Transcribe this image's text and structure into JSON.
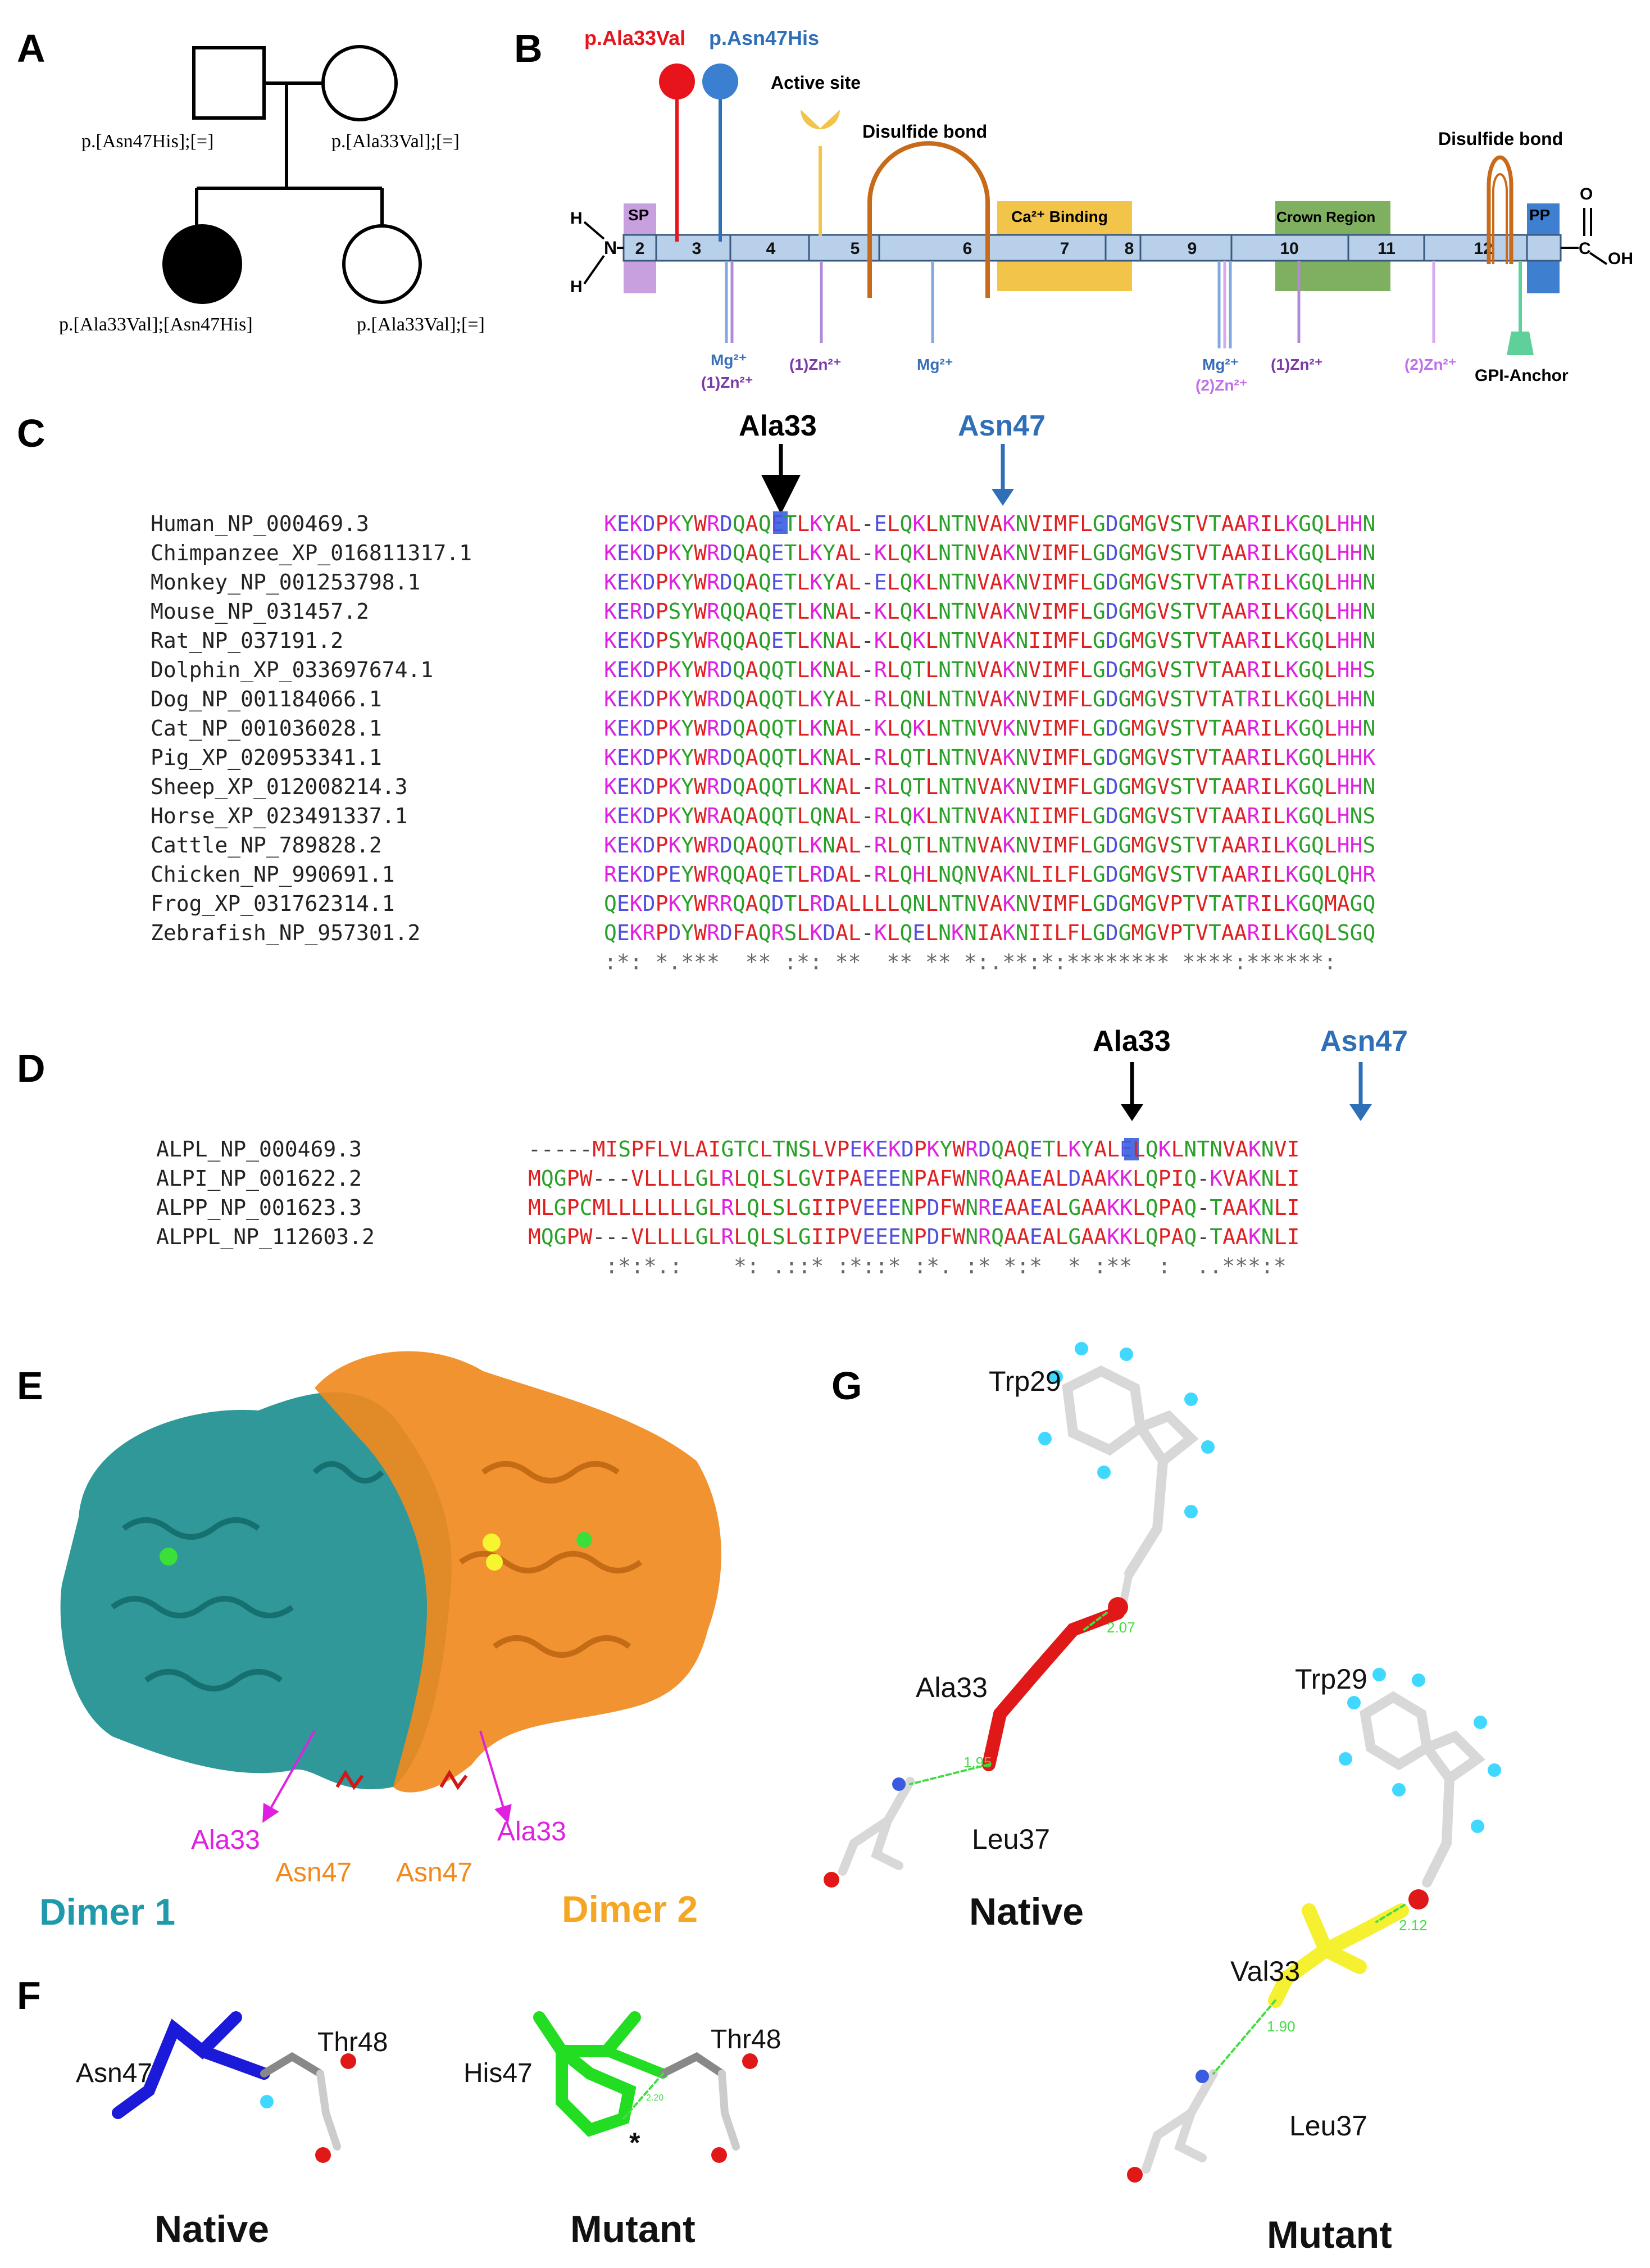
{
  "panels": {
    "A": "A",
    "B": "B",
    "C": "C",
    "D": "D",
    "E": "E",
    "F": "F",
    "G": "G"
  },
  "pedigree": {
    "father": "p.[Asn47His];[=]",
    "mother": "p.[Ala33Val];[=]",
    "proband": "p.[Ala33Val];[Asn47His]",
    "sibling": "p.[Ala33Val];[=]"
  },
  "domain_map": {
    "variant1": "p.Ala33Val",
    "variant2": "p.Asn47His",
    "active_site": "Active site",
    "disulfide1": "Disulfide bond",
    "disulfide2": "Disulfide bond",
    "sp": "SP",
    "pp": "PP",
    "ca_binding": "Ca²⁺ Binding",
    "crown": "Crown Region",
    "exons": [
      "2",
      "3",
      "4",
      "5",
      "6",
      "7",
      "8",
      "9",
      "10",
      "11",
      "12"
    ],
    "n_term": "N",
    "h_top": "H",
    "h_bottom": "H",
    "o_label": "O",
    "c_label": "C",
    "oh_label": "OH",
    "mg1": "Mg²⁺",
    "zn1": "(1)Zn²⁺",
    "zn2": "(1)Zn²⁺",
    "mg2": "Mg²⁺",
    "mg3": "Mg²⁺",
    "zn3": "(2)Zn²⁺",
    "zn4": "(1)Zn²⁺",
    "zn5": "(2)Zn²⁺",
    "gpi": "GPI-Anchor"
  },
  "alignment_c": {
    "ala_label": "Ala33",
    "asn_label": "Asn47",
    "rows": [
      {
        "name": "Human_NP_000469.3",
        "seq": "KEKDPKYWRDQAQETLKYAL-ELQKLNTNVAKNVIMFLGDGMGVSTVTAARILKGQLHHN"
      },
      {
        "name": "Chimpanzee_XP_016811317.1",
        "seq": "KEKDPKYWRDQAQETLKYAL-KLQKLNTNVAKNVIMFLGDGMGVSTVTAARILKGQLHHN"
      },
      {
        "name": "Monkey_NP_001253798.1",
        "seq": "KEKDPKYWRDQAQETLKYAL-ELQKLNTNVAKNVIMFLGDGMGVSTVTATRILKGQLHHN"
      },
      {
        "name": "Mouse_NP_031457.2",
        "seq": "KERDPSYWRQQAQETLKNAL-KLQKLNTNVAKNVIMFLGDGMGVSTVTAARILKGQLHHN"
      },
      {
        "name": "Rat_NP_037191.2",
        "seq": "KEKDPSYWRQQAQETLKNAL-KLQKLNTNVAKNIIMFLGDGMGVSTVTAARILKGQLHHN"
      },
      {
        "name": "Dolphin_XP_033697674.1",
        "seq": "KEKDPKYWRDQAQQTLKNAL-RLQTLNTNVAKNVIMFLGDGMGVSTVTAARILKGQLHHS"
      },
      {
        "name": "Dog_NP_001184066.1",
        "seq": "KEKDPKYWRDQAQQTLKYAL-RLQNLNTNVAKNVIMFLGDGMGVSTVTATRILKGQLHHN"
      },
      {
        "name": "Cat_NP_001036028.1",
        "seq": "KEKDPKYWRDQAQQTLKNAL-KLQKLNTNVVKNVIMFLGDGMGVSTVTAARILKGQLHHN"
      },
      {
        "name": "Pig_XP_020953341.1",
        "seq": "KEKDPKYWRDQAQQTLKNAL-RLQTLNTNVAKNVIMFLGDGMGVSTVTAARILKGQLHHK"
      },
      {
        "name": "Sheep_XP_012008214.3",
        "seq": "KEKDPKYWRDQAQQTLKNAL-RLQTLNTNVAKNVIMFLGDGMGVSTVTAARILKGQLHHN"
      },
      {
        "name": "Horse_XP_023491337.1",
        "seq": "KEKDPKYWRAQAQQTLQNAL-RLQKLNTNVAKNIIMFLGDGMGVSTVTAARILKGQLHNS"
      },
      {
        "name": "Cattle_NP_789828.2",
        "seq": "KEKDPKYWRDQAQQTLKNAL-RLQTLNTNVAKNVIMFLGDGMGVSTVTAARILKGQLHHS"
      },
      {
        "name": "Chicken_NP_990691.1",
        "seq": "REKDPEYWRQQAQETLRDAL-RLQHLNQNVAKNLILFLGDGMGVSTVTAARILKGQLQHR"
      },
      {
        "name": "Frog_XP_031762314.1",
        "seq": "QEKDPKYWRRQAQDTLRDALLLLQNLNTNVAKNVIMFLGDGMGVPTVTATRILKGQMAGQ"
      },
      {
        "name": "Zebrafish_NP_957301.2",
        "seq": "QEKRPDYWRDFAQRSLKDAL-KLQELNKNIAKNIILFLGDGMGVPTVTAARILKGQLSGQ"
      }
    ],
    "consensus": ":*: *.***  ** :*: **  ** ** *:.**:*:******** ****:******:"
  },
  "alignment_d": {
    "ala_label": "Ala33",
    "asn_label": "Asn47",
    "rows": [
      {
        "name": "ALPL_NP_000469.3",
        "seq": "-----MISPFLVLAIGTCLTNSLVPEKEKDPKYWRDQAQETLKYALELQKLNTNVAKNVI"
      },
      {
        "name": "ALPI_NP_001622.2",
        "seq": "MQGPW---VLLLLGLRLQLSLGVIPAEEENPAFWNRQAAEALDAAKKLQPIQ-KVAKNLI"
      },
      {
        "name": "ALPP_NP_001623.3",
        "seq": "MLGPCMLLLLLLLGLRLQLSLGIIPVEEENPDFWNREAAEALGAAKKLQPAQ-TAAKNLI"
      },
      {
        "name": "ALPPL_NP_112603.2",
        "seq": "MQGPW---VLLLLGLRLQLSLGIIPVEEENPDFWNRQAAEALGAAKKLQPAQ-TAAKNLI"
      }
    ],
    "consensus": "      :*:*.:    *: .::* :*::* :*. :* *:*  * :**  :  ..***:*"
  },
  "structure_e": {
    "ala_left": "Ala33",
    "ala_right": "Ala33",
    "asn_left": "Asn47",
    "asn_right": "Asn47",
    "dimer1": "Dimer 1",
    "dimer2": "Dimer 2"
  },
  "structure_f": {
    "asn47": "Asn47",
    "thr48_native": "Thr48",
    "his47": "His47",
    "thr48_mutant": "Thr48",
    "hbond": "2.20",
    "star": "*",
    "native": "Native",
    "mutant": "Mutant"
  },
  "structure_g": {
    "trp_native": "Trp29",
    "ala33": "Ala33",
    "leu_native": "Leu37",
    "d1": "2.07",
    "d2": "1.95",
    "native": "Native",
    "trp_mutant": "Trp29",
    "val33": "Val33",
    "leu_mutant": "Leu37",
    "d3": "2.12",
    "d4": "1.90",
    "mutant": "Mutant"
  },
  "colors": {
    "red": "#e8141b",
    "blue": "#2e6fb8",
    "magenta": "#e020e0",
    "teal": "#1e8f8f",
    "orange": "#f08a1e",
    "aa_red": "#e02020",
    "aa_green": "#2aa02a",
    "aa_blue": "#5050e0",
    "aa_pink": "#e020e0"
  }
}
